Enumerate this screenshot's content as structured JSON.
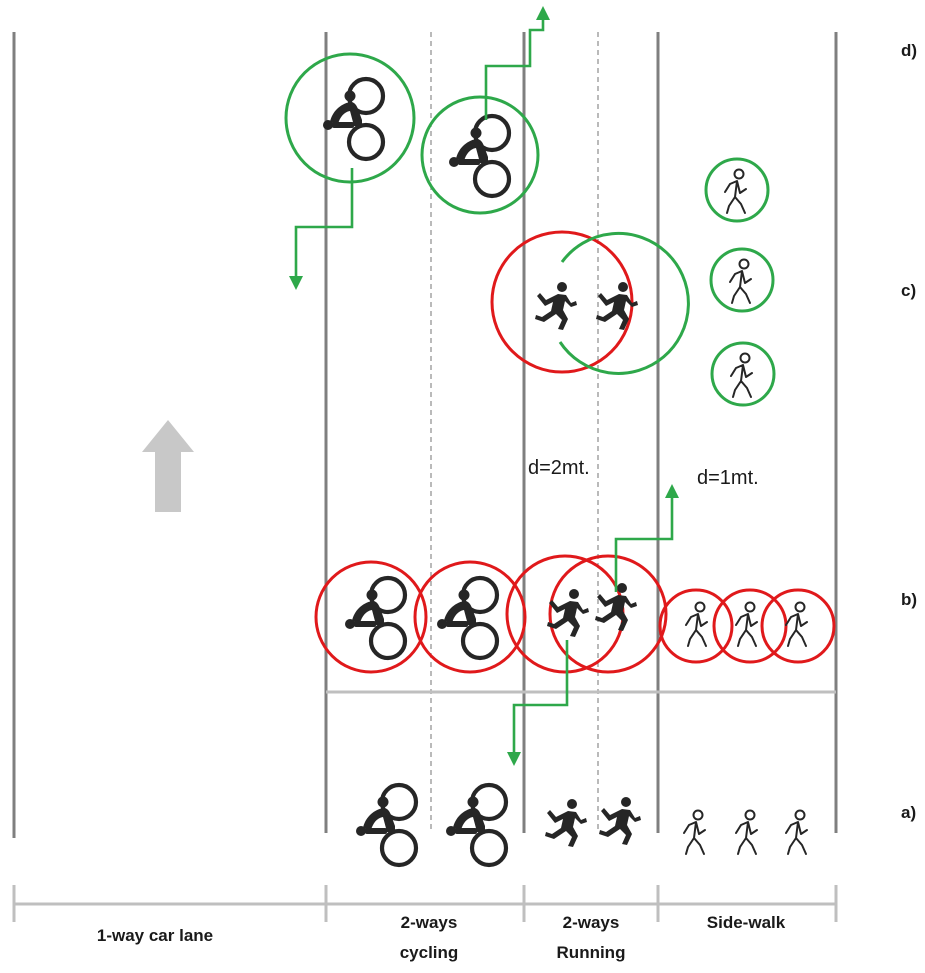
{
  "lanes": [
    {
      "name": "1-way car lane",
      "line1": "1-way car lane",
      "line2": ""
    },
    {
      "name": "2-ways cycling",
      "line1": "2-ways",
      "line2": "cycling"
    },
    {
      "name": "2-ways Running",
      "line1": "2-ways",
      "line2": "Running"
    },
    {
      "name": "Side-walk",
      "line1": "Side-walk",
      "line2": ""
    }
  ],
  "rows": {
    "a": "a)",
    "b": "b)",
    "c": "c)",
    "d": "d)"
  },
  "distances": {
    "running": "d=2mt.",
    "sidewalk": "d=1mt."
  },
  "colors": {
    "lane_line": "#7f7f7f",
    "distance_violation": "#e0191b",
    "distance_ok": "#2ea84a",
    "arrow": "#c8c8c8",
    "icon": "#262626"
  },
  "icons": [
    "bicycle-icon",
    "runner-icon",
    "pedestrian-icon",
    "up-arrow-icon"
  ]
}
